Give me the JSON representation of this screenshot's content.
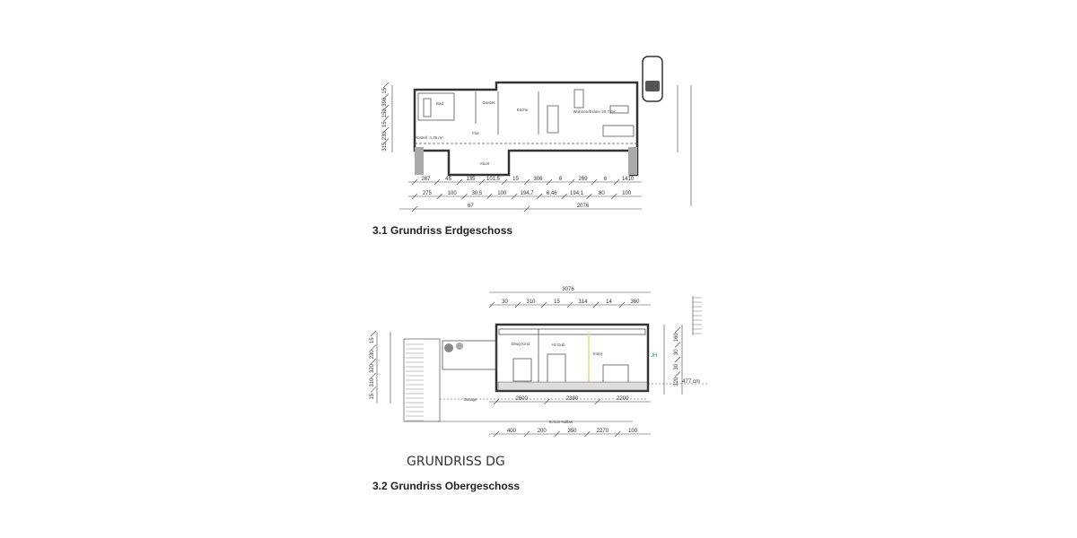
{
  "plan_eg": {
    "caption": "3.1 Grundriss Erdgeschoss",
    "rooms": {
      "bad": "Bad",
      "garderobe": "Garder.",
      "kueche": "Küche",
      "wohnen": "Wohnen/Essen 20,7 m²",
      "abstell": "Abstell. 4,35 m²",
      "flur": "Flur",
      "abort": "Abort"
    },
    "dims_row1": [
      "267",
      "45",
      "135",
      "101,5",
      "15",
      "306",
      "6",
      "269",
      "6",
      "1410"
    ],
    "dims_row2": [
      "275",
      "100",
      "30,5",
      "100",
      "194,7",
      "6,46",
      "194,1",
      "80",
      "100"
    ],
    "dims_row3": [
      "67",
      "2076"
    ],
    "dims_side": [
      "15",
      "390",
      "150",
      "15",
      "230",
      "315"
    ]
  },
  "plan_dg": {
    "title_handwritten": "GRUNDRISS DG",
    "caption": "3.2 Grundriss Obergeschoss",
    "rooms": {
      "kind": "Dlwg Kind",
      "wc": "Hz Dub",
      "kueche": "Kü(e)"
    },
    "dims_top_total": "3076",
    "dims_top": [
      "30",
      "310",
      "15",
      "314",
      "14",
      "360"
    ],
    "dims_bottom1": [
      "2600",
      "2390",
      "2200"
    ],
    "label_garage": "Garage",
    "label_neighbour": "Schuh Nalber",
    "dims_bottom2": [
      "400",
      "200",
      "350",
      "2270",
      "100"
    ],
    "dims_left": [
      "15",
      "230",
      "320",
      "310",
      "15"
    ],
    "dims_right": [
      "160",
      "30",
      "30",
      "320"
    ],
    "height_note": "477 cm",
    "green_note": "JH"
  }
}
